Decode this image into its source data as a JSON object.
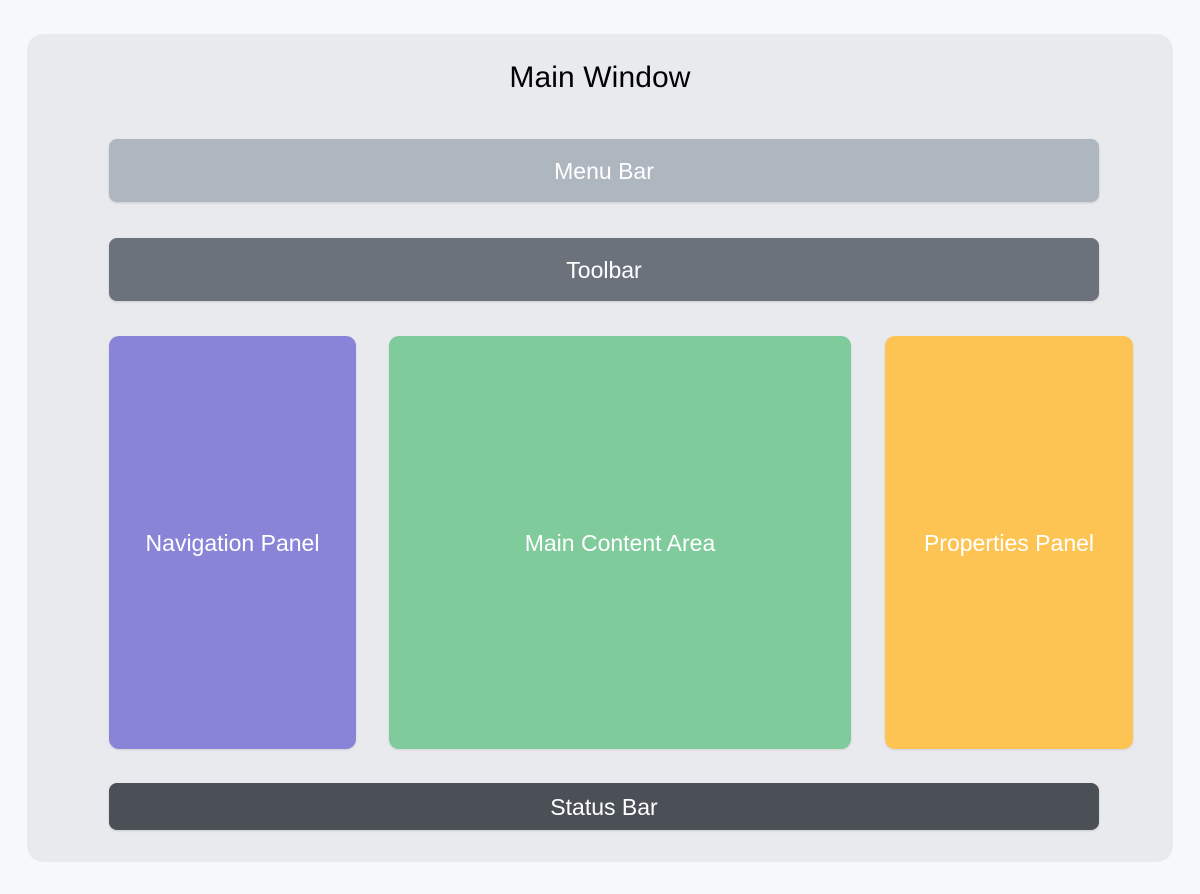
{
  "page": {
    "background_color": "#f7f8fa"
  },
  "window": {
    "title": "Main Window",
    "background_color": "#e9eaee",
    "corner_radius": 16
  },
  "menu_bar": {
    "label": "Menu Bar",
    "background_color": "#aeb6c0",
    "text_color": "#ffffff"
  },
  "toolbar": {
    "label": "Toolbar",
    "background_color": "#6b727c",
    "text_color": "#ffffff"
  },
  "panels": [
    {
      "label": "Navigation Panel",
      "background_color": "#8a84d8",
      "text_color": "#ffffff"
    },
    {
      "label": "Main Content Area",
      "background_color": "#7fcb9b",
      "text_color": "#ffffff"
    },
    {
      "label": "Properties Panel",
      "background_color": "#fdc453",
      "text_color": "#ffffff"
    }
  ],
  "status_bar": {
    "label": "Status Bar",
    "background_color": "#4a5056",
    "text_color": "#ffffff"
  }
}
